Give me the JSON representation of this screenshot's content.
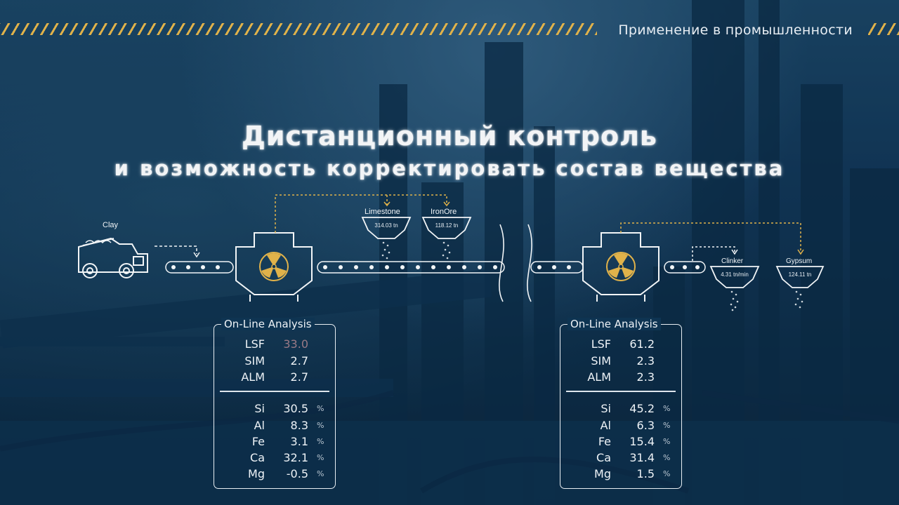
{
  "header": {
    "title": "Применение в промышленности",
    "accent_color": "#e0b24a"
  },
  "headline": {
    "line1": "Дистанционный контроль",
    "line2": "и возможность корректировать состав вещества"
  },
  "process": {
    "clay_label": "Clay",
    "limestone": {
      "label": "Limestone",
      "value": "314.03 tn"
    },
    "ironore": {
      "label": "IronOre",
      "value": "118.12 tn"
    },
    "clinker": {
      "label": "Clinker",
      "value": "4.31 tn/min"
    },
    "gypsum": {
      "label": "Gypsum",
      "value": "124.11 tn"
    }
  },
  "panels": [
    {
      "title": "On-Line Analysis",
      "indices": [
        {
          "key": "LSF",
          "value": "33.0",
          "highlight": true
        },
        {
          "key": "SIM",
          "value": "2.7"
        },
        {
          "key": "ALM",
          "value": "2.7"
        }
      ],
      "elements": [
        {
          "key": "Si",
          "value": "30.5",
          "unit": "%"
        },
        {
          "key": "Al",
          "value": "8.3",
          "unit": "%"
        },
        {
          "key": "Fe",
          "value": "3.1",
          "unit": "%"
        },
        {
          "key": "Ca",
          "value": "32.1",
          "unit": "%"
        },
        {
          "key": "Mg",
          "value": "-0.5",
          "unit": "%"
        }
      ]
    },
    {
      "title": "On-Line Analysis",
      "indices": [
        {
          "key": "LSF",
          "value": "61.2"
        },
        {
          "key": "SIM",
          "value": "2.3"
        },
        {
          "key": "ALM",
          "value": "2.3"
        }
      ],
      "elements": [
        {
          "key": "Si",
          "value": "45.2",
          "unit": "%"
        },
        {
          "key": "Al",
          "value": "6.3",
          "unit": "%"
        },
        {
          "key": "Fe",
          "value": "15.4",
          "unit": "%"
        },
        {
          "key": "Ca",
          "value": "31.4",
          "unit": "%"
        },
        {
          "key": "Mg",
          "value": "1.5",
          "unit": "%"
        }
      ]
    }
  ]
}
